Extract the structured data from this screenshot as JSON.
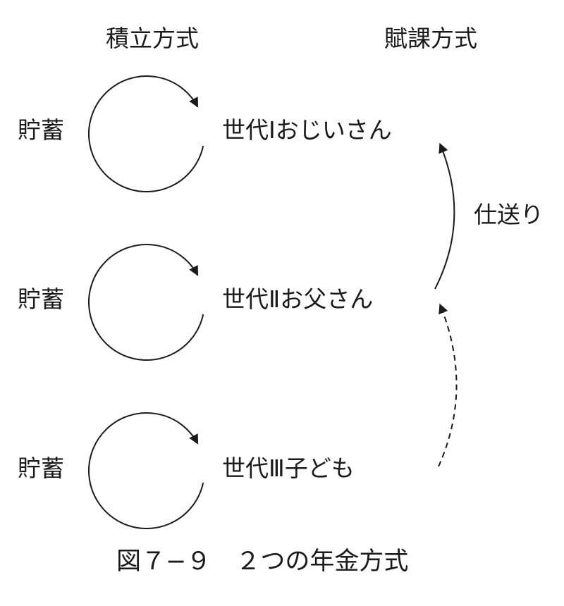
{
  "headers": {
    "left": "積立方式",
    "right": "賦課方式"
  },
  "rows": [
    {
      "saving": "貯蓄",
      "generation": "世代Ⅰおじいさん"
    },
    {
      "saving": "貯蓄",
      "generation": "世代Ⅱお父さん"
    },
    {
      "saving": "貯蓄",
      "generation": "世代Ⅲ子ども"
    }
  ],
  "transfer_label": "仕送り",
  "caption": "図７−９　２つの年金方式"
}
